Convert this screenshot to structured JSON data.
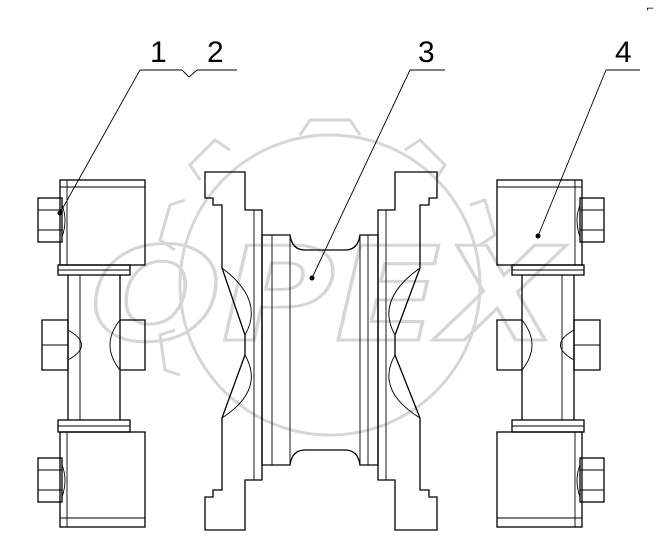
{
  "callouts": [
    {
      "id": "1",
      "label": "1"
    },
    {
      "id": "2",
      "label": "2"
    },
    {
      "id": "3",
      "label": "3"
    },
    {
      "id": "4",
      "label": "4"
    }
  ],
  "watermark": {
    "text": "OPEX",
    "color": "#d6d6d6"
  },
  "corner_mark": "⌐",
  "colors": {
    "line": "#000000",
    "background": "#ffffff",
    "watermark": "#d6d6d6"
  }
}
